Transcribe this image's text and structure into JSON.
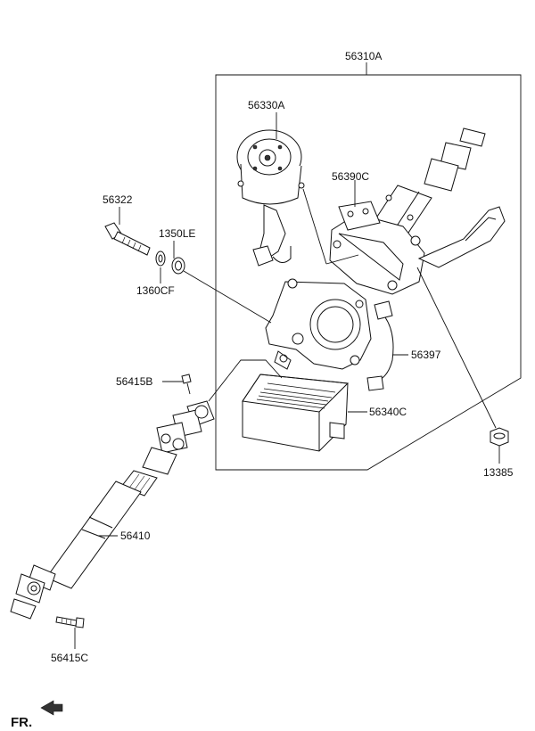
{
  "labels": {
    "assembly": "56310A",
    "motor": "56330A",
    "bracket": "56390C",
    "bolt": "56322",
    "washer_a": "1350LE",
    "washer_b": "1360CF",
    "sensor": "56397",
    "screw_upper": "56415B",
    "ecu": "56340C",
    "nut": "13385",
    "shaft": "56410",
    "screw_lower": "56415C"
  },
  "direction": {
    "label": "FR.",
    "icon": "front-arrow-icon"
  }
}
